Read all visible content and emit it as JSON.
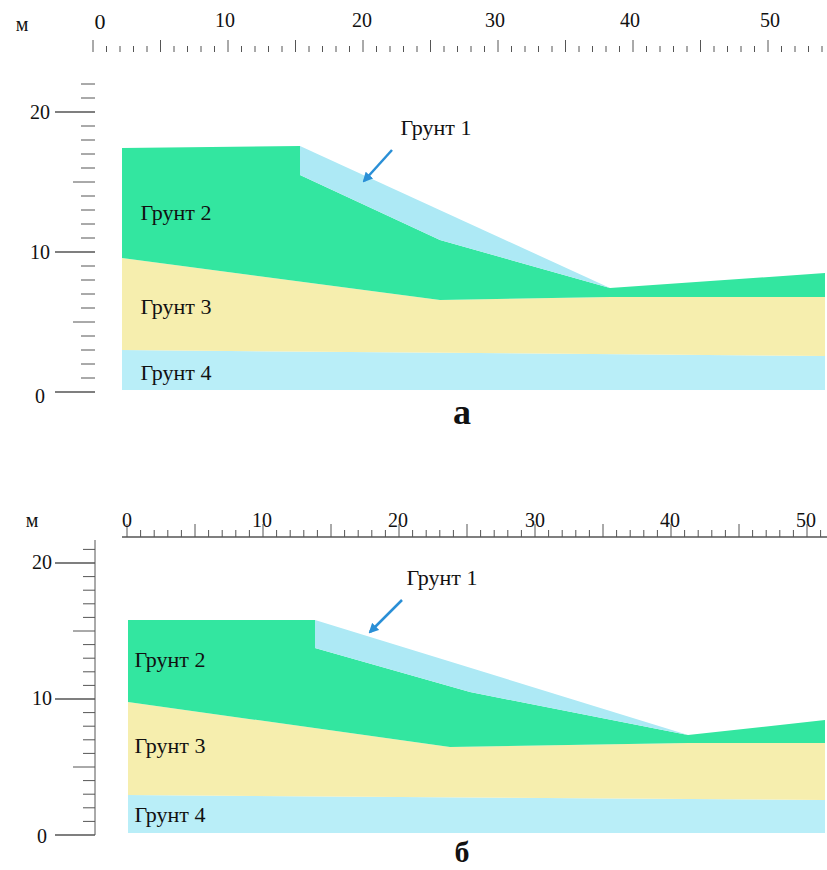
{
  "diagram": {
    "labels": [
      "м",
      "0",
      "10",
      "20",
      "30",
      "40",
      "50",
      "20",
      "10",
      "0",
      "Грунт 1",
      "Грунт 2",
      "Грунт 3",
      "Грунт 4",
      "а",
      "м",
      "0",
      "10",
      "20",
      "30",
      "40",
      "50",
      "20",
      "10",
      "0",
      "Грунт 1",
      "Грунт 2",
      "Грунт 3",
      "Грунт 4",
      "б"
    ]
  }
}
